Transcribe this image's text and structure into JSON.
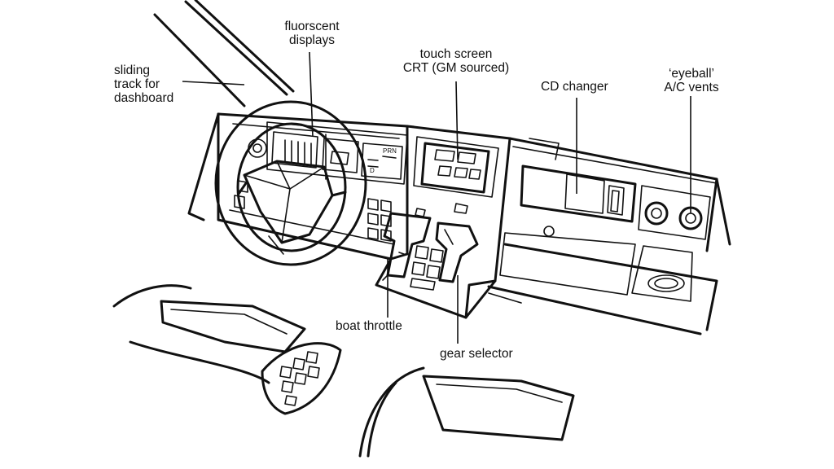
{
  "labels": {
    "sliding_track": [
      "sliding",
      "track for",
      "dashboard"
    ],
    "fluorescent_displays": [
      "fluorscent",
      "displays"
    ],
    "touch_screen": [
      "touch screen",
      "CRT (GM sourced)"
    ],
    "cd_changer": "CD changer",
    "ac_vents": [
      "‘eyeball’",
      "A/C vents"
    ],
    "boat_throttle": "boat throttle",
    "gear_selector": "gear selector"
  },
  "sketch_text": {
    "display_tag": "PRN",
    "side_display_tag": "D"
  },
  "colors": {
    "ink": "#111111",
    "paper": "#ffffff"
  }
}
